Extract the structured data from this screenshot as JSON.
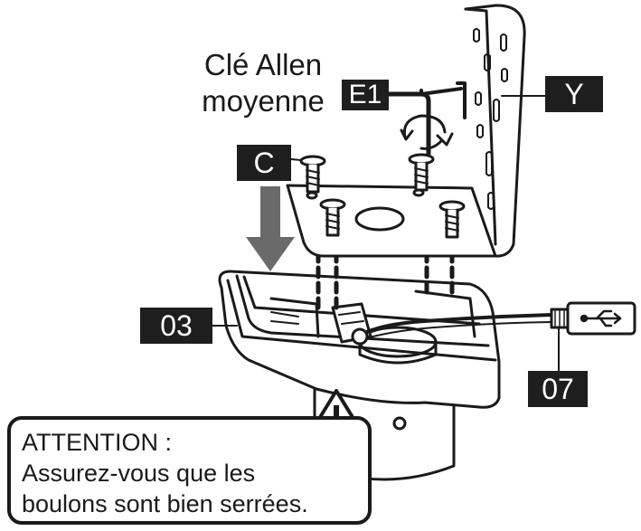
{
  "tool_label": {
    "line1": "Clé Allen",
    "line2": "moyenne"
  },
  "tags": {
    "e1": "E1",
    "y": "Y",
    "c": "C",
    "base": "03",
    "cable": "07"
  },
  "warning": {
    "title": "ATTENTION :",
    "line1": "Assurez-vous que les",
    "line2": "boulons sont bien serrées."
  },
  "icons": {
    "rotation": "rotation-arrows-icon",
    "down": "down-arrow-icon",
    "warning": "warning-triangle-icon",
    "usb": "usb-icon"
  },
  "colors": {
    "ink": "#1a1a1a",
    "tag_bg": "#1e1e1e",
    "tag_text": "#ffffff",
    "arrow": "#6a6a6a"
  }
}
